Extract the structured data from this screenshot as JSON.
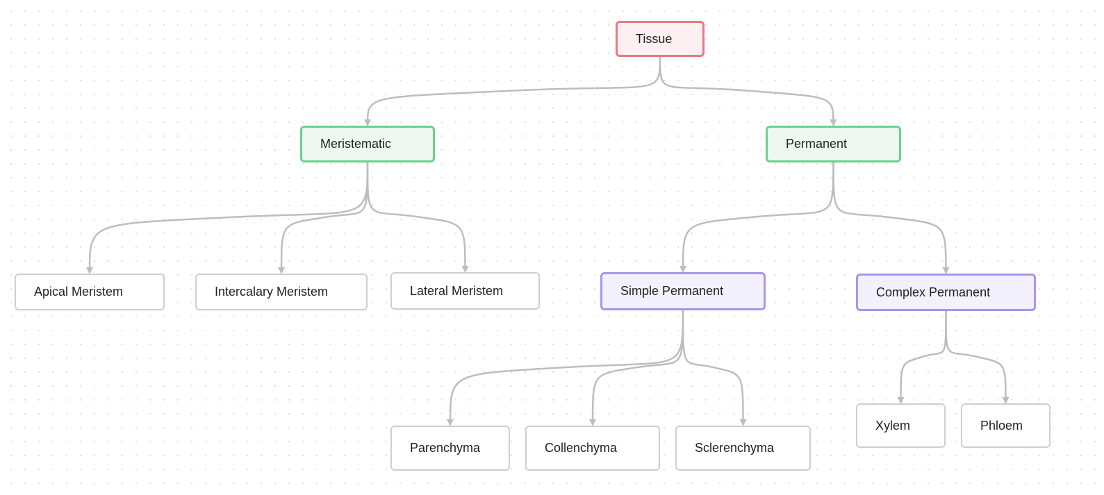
{
  "colors": {
    "root_border": "#e57a86",
    "root_fill": "#fdf0f1",
    "level1_border": "#6bd08e",
    "level1_fill": "#eef8f1",
    "level2_border": "#a995ee",
    "level2_fill": "#f3f1fd",
    "leaf_border": "#cfcfcf",
    "edge": "#bdbdbd"
  },
  "nodes": {
    "tissue": {
      "label": "Tissue"
    },
    "meristematic": {
      "label": "Meristematic"
    },
    "permanent": {
      "label": "Permanent"
    },
    "apical": {
      "label": "Apical Meristem"
    },
    "intercalary": {
      "label": "Intercalary Meristem"
    },
    "lateral": {
      "label": "Lateral Meristem"
    },
    "simple": {
      "label": "Simple Permanent"
    },
    "complex": {
      "label": "Complex Permanent"
    },
    "parenchyma": {
      "label": "Parenchyma"
    },
    "collenchyma": {
      "label": "Collenchyma"
    },
    "sclerenchyma": {
      "label": "Sclerenchyma"
    },
    "xylem": {
      "label": "Xylem"
    },
    "phloem": {
      "label": "Phloem"
    }
  },
  "edges": [
    [
      "tissue",
      "meristematic"
    ],
    [
      "tissue",
      "permanent"
    ],
    [
      "meristematic",
      "apical"
    ],
    [
      "meristematic",
      "intercalary"
    ],
    [
      "meristematic",
      "lateral"
    ],
    [
      "permanent",
      "simple"
    ],
    [
      "permanent",
      "complex"
    ],
    [
      "simple",
      "parenchyma"
    ],
    [
      "simple",
      "collenchyma"
    ],
    [
      "simple",
      "sclerenchyma"
    ],
    [
      "complex",
      "xylem"
    ],
    [
      "complex",
      "phloem"
    ]
  ]
}
